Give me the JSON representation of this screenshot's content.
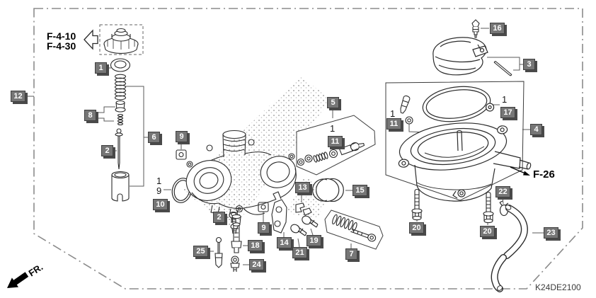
{
  "diagram": {
    "code": "K24DE2100",
    "front_marker": "FR.",
    "nav_ref_top": "F-4-10",
    "nav_ref_bottom": "F-4-30",
    "related_ref": "F-26"
  },
  "plain_callouts": [
    "1",
    "9",
    "1",
    "1",
    "1"
  ],
  "labels": [
    {
      "text": "1"
    },
    {
      "text": "12"
    },
    {
      "text": "8"
    },
    {
      "text": "2"
    },
    {
      "text": "6"
    },
    {
      "text": "9"
    },
    {
      "text": "10"
    },
    {
      "text": "2"
    },
    {
      "text": "9"
    },
    {
      "text": "13"
    },
    {
      "text": "5"
    },
    {
      "text": "11"
    },
    {
      "text": "15"
    },
    {
      "text": "14"
    },
    {
      "text": "18"
    },
    {
      "text": "21"
    },
    {
      "text": "19"
    },
    {
      "text": "25"
    },
    {
      "text": "24"
    },
    {
      "text": "7"
    },
    {
      "text": "16"
    },
    {
      "text": "3"
    },
    {
      "text": "17"
    },
    {
      "text": "11"
    },
    {
      "text": "4"
    },
    {
      "text": "20"
    },
    {
      "text": "20"
    },
    {
      "text": "22"
    },
    {
      "text": "23"
    }
  ]
}
